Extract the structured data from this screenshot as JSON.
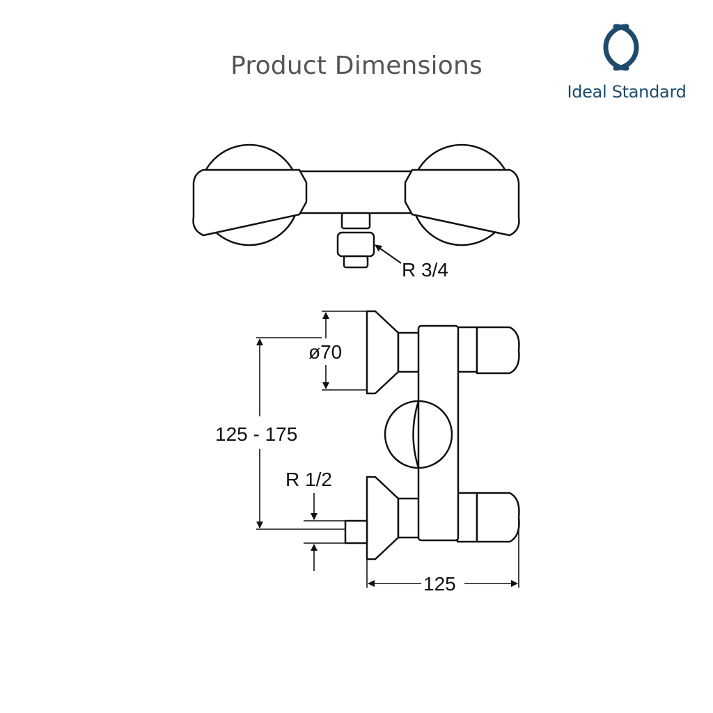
{
  "title": "Product Dimensions",
  "brand": {
    "name": "Ideal Standard",
    "color": "#1d4a6f",
    "icon": "interlocking-rings-logo-icon"
  },
  "colors": {
    "line": "#111111",
    "title": "#555555"
  },
  "labels": {
    "outlet_thread": "R 3/4",
    "flange_diameter": "ø70",
    "center_distance": "125 - 175",
    "inlet_thread": "R 1/2",
    "depth": "125"
  }
}
